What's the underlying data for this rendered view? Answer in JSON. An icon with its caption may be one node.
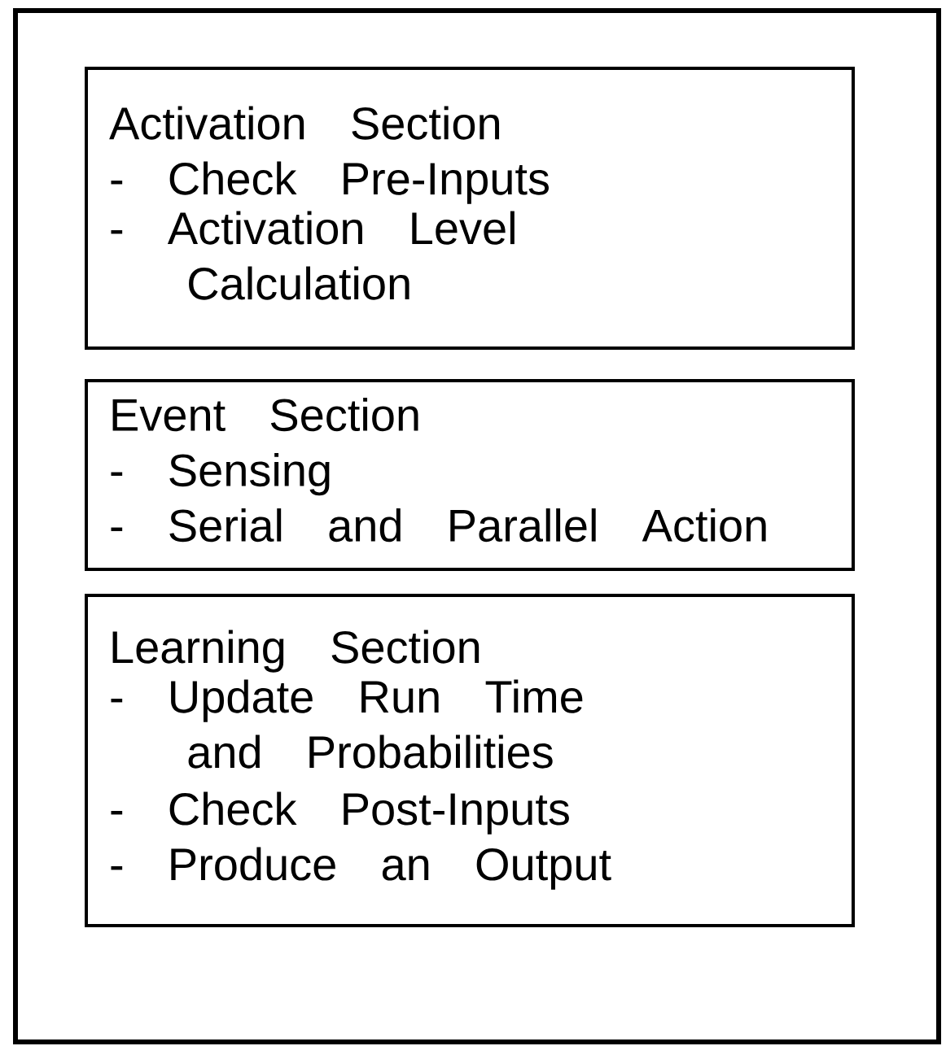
{
  "diagram": {
    "nodes": [
      {
        "text": [],
        "shape": "box"
      },
      {
        "text": [
          "Activation Section",
          "- Check Pre-Inputs",
          "- Activation Level Calculation"
        ],
        "in": 0
      },
      {
        "text": [
          "Event Section",
          "- Sensing",
          "- Serial and Parallel Action"
        ],
        "in": 0
      },
      {
        "text": [
          "Learning Section",
          "- Update Run Time and Probabilities",
          "- Check Post-Inputs",
          "- Produce an Output"
        ],
        "in": 0
      }
    ]
  }
}
